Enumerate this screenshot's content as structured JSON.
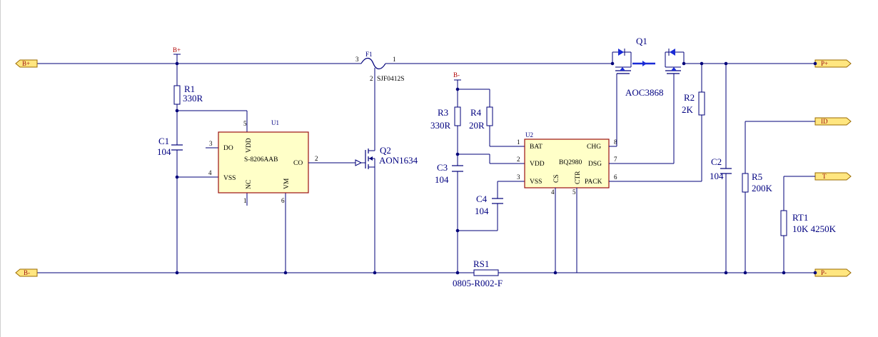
{
  "ports": {
    "b_plus": "B+",
    "b_minus": "B-",
    "p_plus": "P+",
    "p_minus": "P-",
    "id": "ID",
    "t": "T"
  },
  "power_labels": {
    "b_plus_flag": "B+",
    "b_minus_flag": "B-"
  },
  "components": {
    "r1": {
      "ref": "R1",
      "value": "330R"
    },
    "c1": {
      "ref": "C1",
      "value": "104"
    },
    "u1": {
      "ref": "U1",
      "part": "S-8206AAB",
      "pins": {
        "do": "DO",
        "vdd": "VDD",
        "vss": "VSS",
        "nc": "NC",
        "vm": "VM",
        "co": "CO"
      },
      "pin_numbers": {
        "do": "3",
        "vdd": "5",
        "vss": "4",
        "nc": "1",
        "vm": "6",
        "co": "2"
      }
    },
    "f1": {
      "ref": "F1",
      "part": "SJF0412S",
      "pin_left": "3",
      "pin_right": "1",
      "pin_bottom": "2"
    },
    "q2": {
      "ref": "Q2",
      "part": "AON1634"
    },
    "r3": {
      "ref": "R3",
      "value": "330R"
    },
    "r4": {
      "ref": "R4",
      "value": "20R"
    },
    "c3": {
      "ref": "C3",
      "value": "104"
    },
    "c4": {
      "ref": "C4",
      "value": "104"
    },
    "u2": {
      "ref": "U2",
      "part": "BQ2980",
      "pins": {
        "bat": "BAT",
        "vdd": "VDD",
        "vss": "VSS",
        "chg": "CHG",
        "dsg": "DSG",
        "pack": "PACK",
        "cs": "CS",
        "ctr": "CTR"
      },
      "pin_numbers": {
        "bat": "1",
        "vdd": "2",
        "vss": "3",
        "chg": "8",
        "dsg": "7",
        "pack": "6",
        "cs": "4",
        "ctr": "5"
      }
    },
    "q1": {
      "ref": "Q1",
      "part": "AOC3868"
    },
    "r2": {
      "ref": "R2",
      "value": "2K"
    },
    "c2": {
      "ref": "C2",
      "value": "104"
    },
    "r5": {
      "ref": "R5",
      "value": "200K"
    },
    "rt1": {
      "ref": "RT1",
      "value": "10K 4250K"
    },
    "rs1": {
      "ref": "RS1",
      "value": "0805-R002-F"
    }
  },
  "colors": {
    "wire": "#00007a",
    "component_body": "#ffffc8",
    "component_border": "#9b1010",
    "port_fill": "#ffe680",
    "power_label": "#b00000"
  }
}
